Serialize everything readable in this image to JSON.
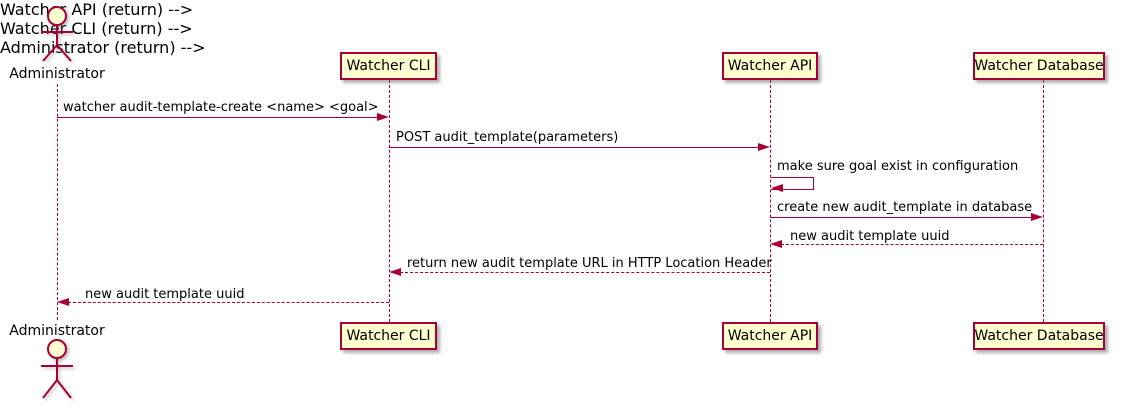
{
  "diagram": {
    "type": "sequence-diagram",
    "colors": {
      "participant_fill": "#FEFECE",
      "stroke": "#A80036",
      "text": "#000000",
      "background": "#FFFFFF"
    },
    "actor": {
      "label": "Administrator"
    },
    "participants": [
      {
        "label": "Watcher CLI"
      },
      {
        "label": "Watcher API"
      },
      {
        "label": "Watcher Database"
      }
    ],
    "messages": [
      {
        "from": "Administrator",
        "to": "Watcher CLI",
        "style": "solid",
        "text": "watcher audit-template-create <name> <goal>"
      },
      {
        "from": "Watcher CLI",
        "to": "Watcher API",
        "style": "solid",
        "text": "POST audit_template(parameters)"
      },
      {
        "from": "Watcher API",
        "to": "Watcher API",
        "style": "self",
        "text": "make sure goal exist in configuration"
      },
      {
        "from": "Watcher API",
        "to": "Watcher Database",
        "style": "solid",
        "text": "create new audit_template in database"
      },
      {
        "from": "Watcher Database",
        "to": "Watcher API",
        "style": "dashed",
        "text": "new audit template uuid"
      },
      {
        "from": "Watcher API",
        "to": "Watcher CLI",
        "style": "dashed",
        "text": "return new audit template URL in HTTP Location Header"
      },
      {
        "from": "Watcher CLI",
        "to": "Administrator",
        "style": "dashed",
        "text": "new audit template uuid"
      }
    ]
  }
}
